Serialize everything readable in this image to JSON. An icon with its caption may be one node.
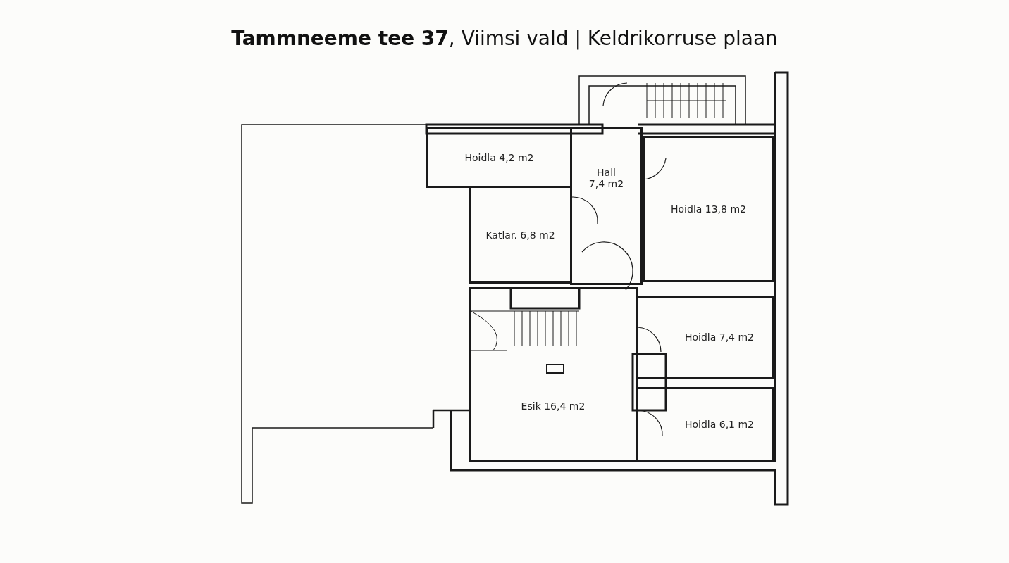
{
  "diagram": {
    "title": "**Tammneeme tee 37**, Viimsi vald | Keldrikorruse plaan",
    "nodes": [
      {
        "text": [
          "Hoidla 4,2 m2"
        ]
      },
      {
        "text": [
          "Hall 7,4 m2"
        ]
      },
      {
        "text": [
          "Katlar. 6,8 m2"
        ]
      },
      {
        "text": [
          "Hoidla 13,8 m2"
        ]
      },
      {
        "text": [
          "Hoidla 7,4 m2"
        ]
      },
      {
        "text": [
          "Esik 16,4 m2"
        ]
      },
      {
        "text": [
          "Hoidla 6,1 m2"
        ]
      }
    ],
    "edges": []
  }
}
